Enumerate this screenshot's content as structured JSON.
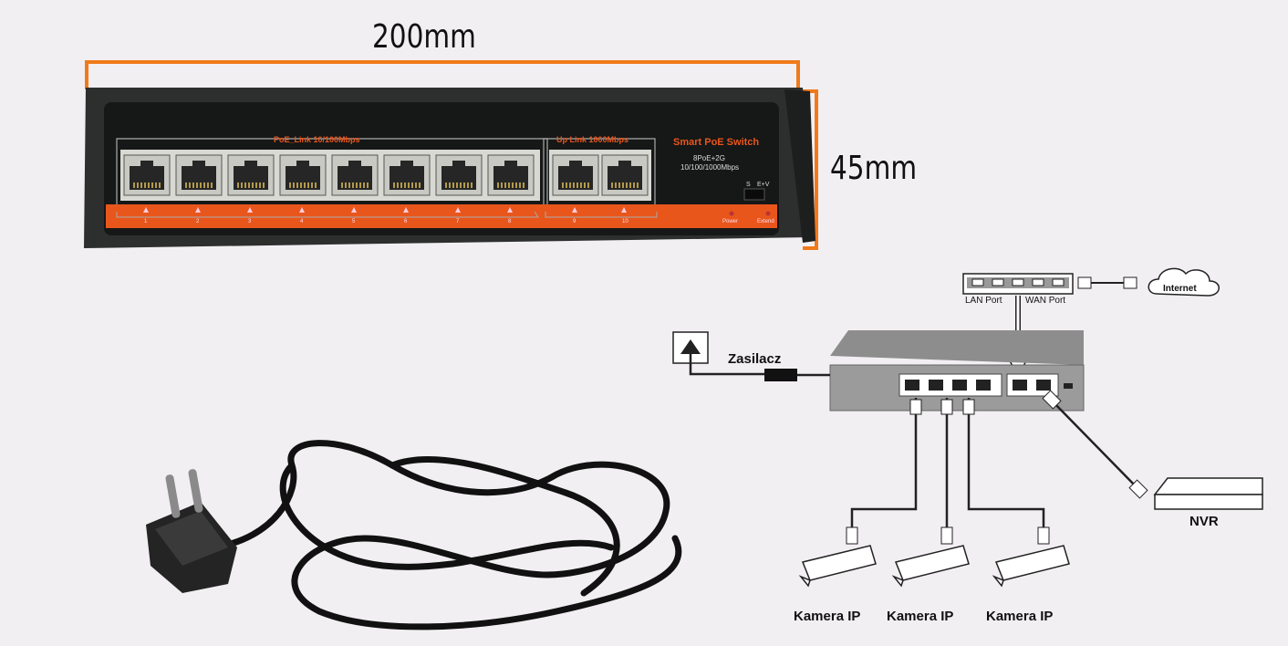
{
  "dimensions": {
    "width_label": "200mm",
    "height_label": "45mm",
    "bracket_color": "#f07a1a"
  },
  "switch_panel": {
    "poe_group_label": "PoE_Link  10/100Mbps",
    "uplink_group_label": "Up Link  1000Mbps",
    "brand_label": "Smart PoE Switch",
    "spec_line1": "8PoE+2G",
    "spec_line2": "10/100/1000Mbps",
    "dip_labels": [
      "S",
      "E+V"
    ],
    "port_numbers": [
      "1",
      "2",
      "3",
      "4",
      "5",
      "6",
      "7",
      "8",
      "9",
      "10"
    ],
    "power_label": "Power",
    "extend_label": "Extend",
    "accent_color": "#e8561c"
  },
  "diagram": {
    "router_lan_label": "LAN Port",
    "router_wan_label": "WAN Port",
    "internet_label": "Internet",
    "power_supply_label": "Zasilacz",
    "nvr_label": "NVR",
    "camera_labels": [
      "Kamera IP",
      "Kamera IP",
      "Kamera IP"
    ]
  },
  "power_cable": {
    "icon": "power-cord-icon"
  }
}
